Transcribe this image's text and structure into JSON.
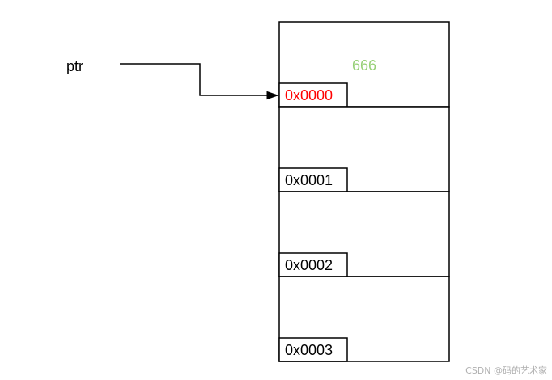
{
  "pointer": {
    "label": "ptr"
  },
  "cells": [
    {
      "address": "0x0000",
      "value": "666",
      "address_color": "#ff0000",
      "value_color": "#97d077"
    },
    {
      "address": "0x0001",
      "value": "",
      "address_color": "#000000",
      "value_color": "#97d077"
    },
    {
      "address": "0x0002",
      "value": "",
      "address_color": "#000000",
      "value_color": "#97d077"
    },
    {
      "address": "0x0003",
      "value": "",
      "address_color": "#000000",
      "value_color": "#97d077"
    }
  ],
  "watermark": "CSDN @码的艺术家",
  "colors": {
    "stroke": "#000000",
    "background": "#ffffff"
  }
}
